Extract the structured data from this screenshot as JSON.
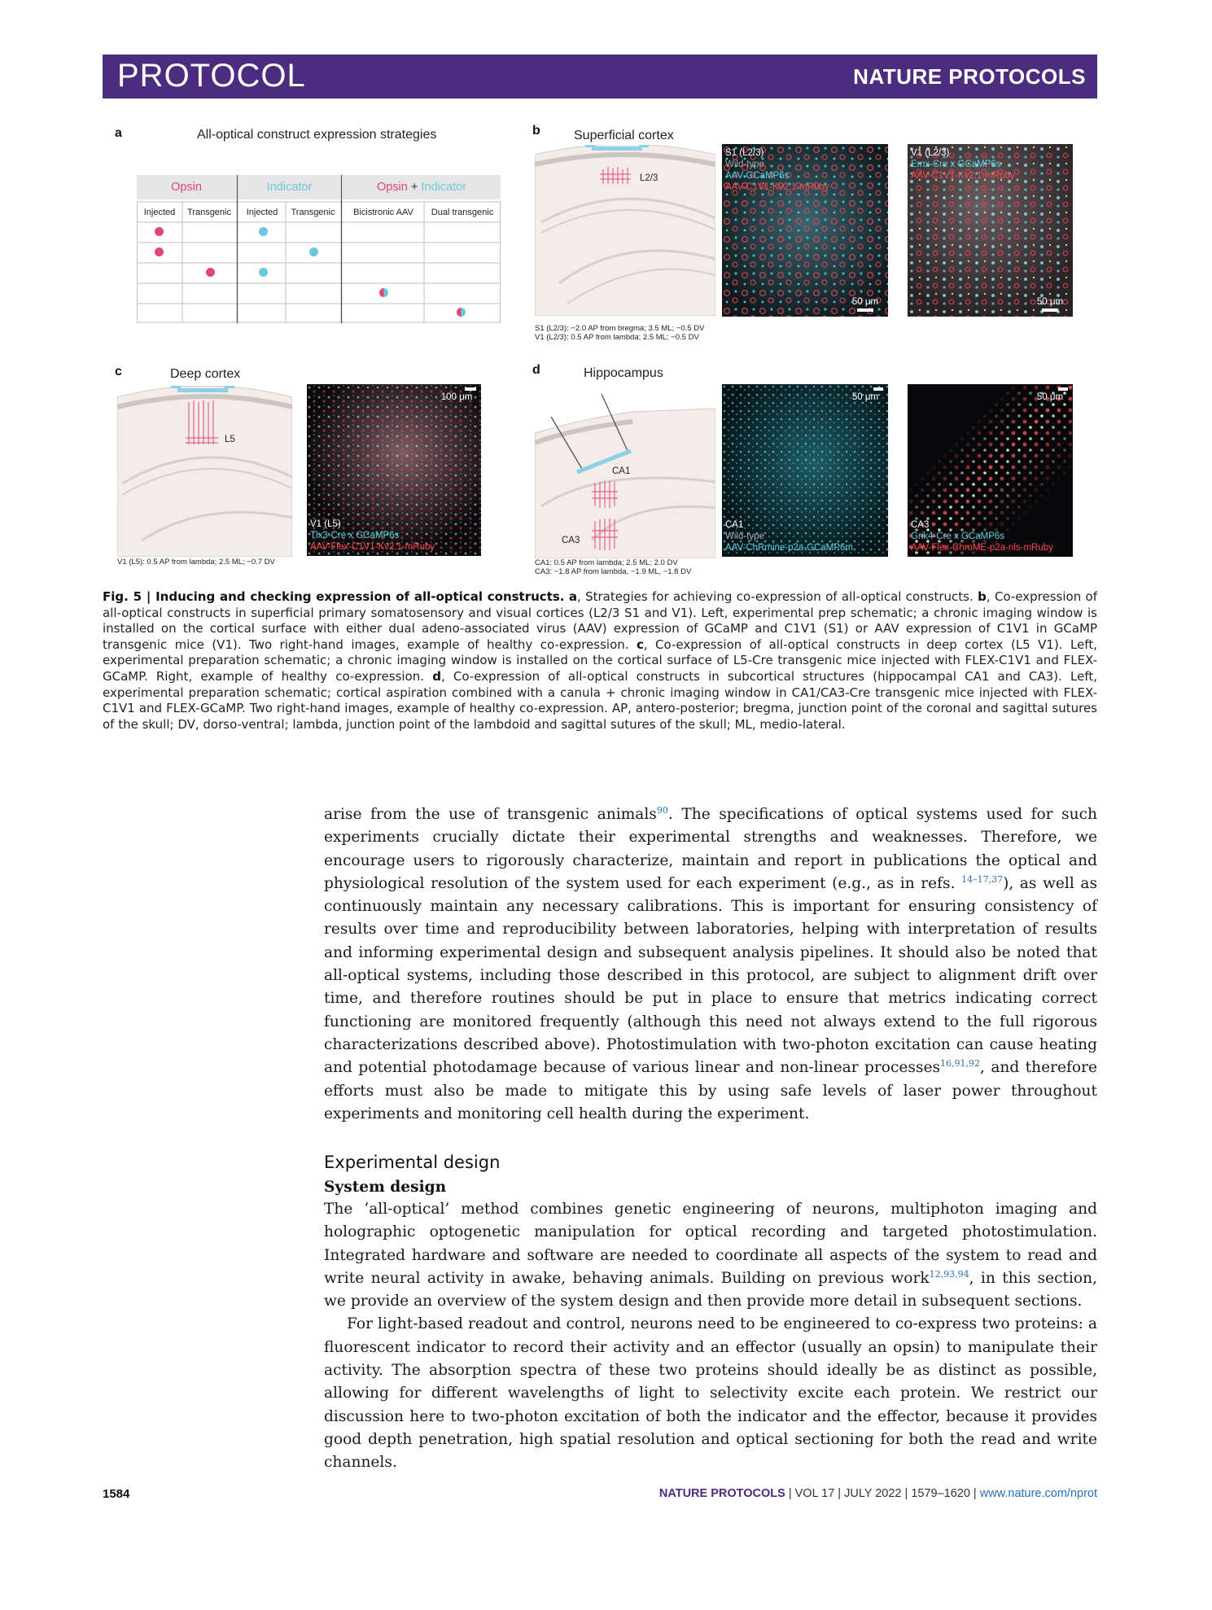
{
  "header": {
    "section": "PROTOCOL",
    "journal": "NATURE PROTOCOLS"
  },
  "figure": {
    "panel_a": {
      "letter": "a",
      "title": "All-optical construct expression strategies",
      "groups": [
        "Opsin",
        "Indicator",
        "Opsin",
        "+",
        "Indicator"
      ],
      "columns": [
        "Injected",
        "Transgenic",
        "Injected",
        "Transgenic",
        "Bicistronic AAV",
        "Dual transgenic"
      ],
      "colors": {
        "opsin": "#e0486f",
        "indicator": "#6cc7dc"
      }
    },
    "panel_b": {
      "letter": "b",
      "title": "Superficial cortex",
      "schematic_label": "L2/3",
      "coords": [
        "S1 (L2/3): −2.0 AP from bregma; 3.5 ML; −0.5 DV",
        "V1 (L2/3): 0.5 AP from lambda; 2.5 ML; −0.5 DV"
      ],
      "image1": {
        "region": "S1 (L2/3)",
        "line1": "Wild-type",
        "line2": "AAV-GCaMP6s",
        "line3": "AAV-C1V1-Kv2.1-mRuby",
        "scale": "50 μm"
      },
      "image2": {
        "region": "V1 (L2/3)",
        "line1": "Emx-Cre x GCaMP6s",
        "line2": "AAV-C1V1-Kv2.1-mRuby",
        "scale": "50 μm"
      }
    },
    "panel_c": {
      "letter": "c",
      "title": "Deep cortex",
      "schematic_label": "L5",
      "coords": [
        "V1 (L5): 0.5 AP from lambda; 2.5 ML; −0.7 DV"
      ],
      "image1": {
        "region": "V1 (L5)",
        "line1": "Tlx3-Cre x GCaMP6s",
        "line2": "AAV-Flex-C1V1-Kv2.1-mRuby",
        "scale": "100 μm"
      }
    },
    "panel_d": {
      "letter": "d",
      "title": "Hippocampus",
      "schematic_label_1": "CA1",
      "schematic_label_2": "CA3",
      "coords": [
        "CA1: 0.5 AP from lambda; 2.5 ML; 2.0 DV",
        "CA3: −1.8 AP from lambda, −1.9 ML, −1.8 DV"
      ],
      "image1": {
        "region": "CA1",
        "line1": "Wild-type",
        "line2": "AAV-ChRmine-p2a-GCaMP6m",
        "scale": "50 μm"
      },
      "image2": {
        "region": "CA3",
        "line1": "Grik4-Cre x GCaMP6s",
        "line2": "AAV-Flex-ChroME-p2a-nls-mRuby",
        "scale": "50 μm"
      }
    }
  },
  "caption": {
    "label": "Fig. 5 | Inducing and checking expression of all-optical constructs.",
    "a_letter": "a",
    "a_text": ", Strategies for achieving co-expression of all-optical constructs.",
    "b_letter": "b",
    "b_text": ", Co-expression of all-optical constructs in superficial primary somatosensory and visual cortices (L2/3 S1 and V1). Left, experimental prep schematic; a chronic imaging window is installed on the cortical surface with either dual adeno-associated virus (AAV) expression of GCaMP and C1V1 (S1) or AAV expression of C1V1 in GCaMP transgenic mice (V1). Two right-hand images, example of healthy co-expression.",
    "c_letter": "c",
    "c_text": ", Co-expression of all-optical constructs in deep cortex (L5 V1). Left, experimental preparation schematic; a chronic imaging window is installed on the cortical surface of L5-Cre transgenic mice injected with FLEX-C1V1 and FLEX-GCaMP. Right, example of healthy co-expression.",
    "d_letter": "d",
    "d_text": ", Co-expression of all-optical constructs in subcortical structures (hippocampal CA1 and CA3). Left, experimental preparation schematic; cortical aspiration combined with a canula + chronic imaging window in CA1/CA3-Cre transgenic mice injected with FLEX-C1V1 and FLEX-GCaMP. Two right-hand images, example of healthy co-expression. AP, antero-posterior; bregma, junction point of the coronal and sagittal sutures of the skull; DV, dorso-ventral; lambda, junction point of the lambdoid and sagittal sutures of the skull; ML, medio-lateral."
  },
  "body": {
    "p1_a": "arise from the use of transgenic animals",
    "p1_ref1": "90",
    "p1_b": ". The specifications of optical systems used for such experiments crucially dictate their experimental strengths and weaknesses. Therefore, we encourage users to rigorously characterize, maintain and report in publications the optical and physiological resolution of the system used for each experiment (e.g., as in refs. ",
    "p1_ref2": "14–17,37",
    "p1_c": "), as well as continuously maintain any necessary calibrations. This is important for ensuring consistency of results over time and reproducibility between laboratories, helping with interpretation of results and informing experimental design and subsequent analysis pipelines. It should also be noted that all-optical systems, including those described in this protocol, are subject to alignment drift over time, and therefore routines should be put in place to ensure that metrics indicating correct functioning are monitored frequently (although this need not always extend to the full rigorous characterizations described above). Photostimulation with two-photon excitation can cause heating and potential photodamage because of various linear and non-linear processes",
    "p1_ref3": "16,91,92",
    "p1_d": ", and therefore efforts must also be made to mitigate this by using safe levels of laser power throughout experiments and monitoring cell health during the experiment.",
    "section_heading": "Experimental design",
    "subsection_heading": "System design",
    "p2_a": "The ‘all-optical’ method combines genetic engineering of neurons, multiphoton imaging and holographic optogenetic manipulation for optical recording and targeted photostimulation. Integrated hardware and software are needed to coordinate all aspects of the system to read and write neural activity in awake, behaving animals. Building on previous work",
    "p2_ref": "12,93,94",
    "p2_b": ", in this section, we provide an overview of the system design and then provide more detail in subsequent sections.",
    "p3": "For light-based readout and control, neurons need to be engineered to co-express two proteins: a fluorescent indicator to record their activity and an effector (usually an opsin) to manipulate their activity. The absorption spectra of these two proteins should ideally be as distinct as possible, allowing for different wavelengths of light to selectivity excite each protein. We restrict our discussion here to two-photon excitation of both the indicator and the effector, because it provides good depth penetration, high spatial resolution and optical sectioning for both the read and write channels."
  },
  "footer": {
    "page": "1584",
    "journal": "NATURE PROTOCOLS",
    "sep1": " | ",
    "volume": "VOL 17",
    "sep2": " | ",
    "date": "JULY 2022",
    "sep3": " | ",
    "pages": "1579–1620",
    "sep4": " | ",
    "url": "www.nature.com/nprot"
  }
}
